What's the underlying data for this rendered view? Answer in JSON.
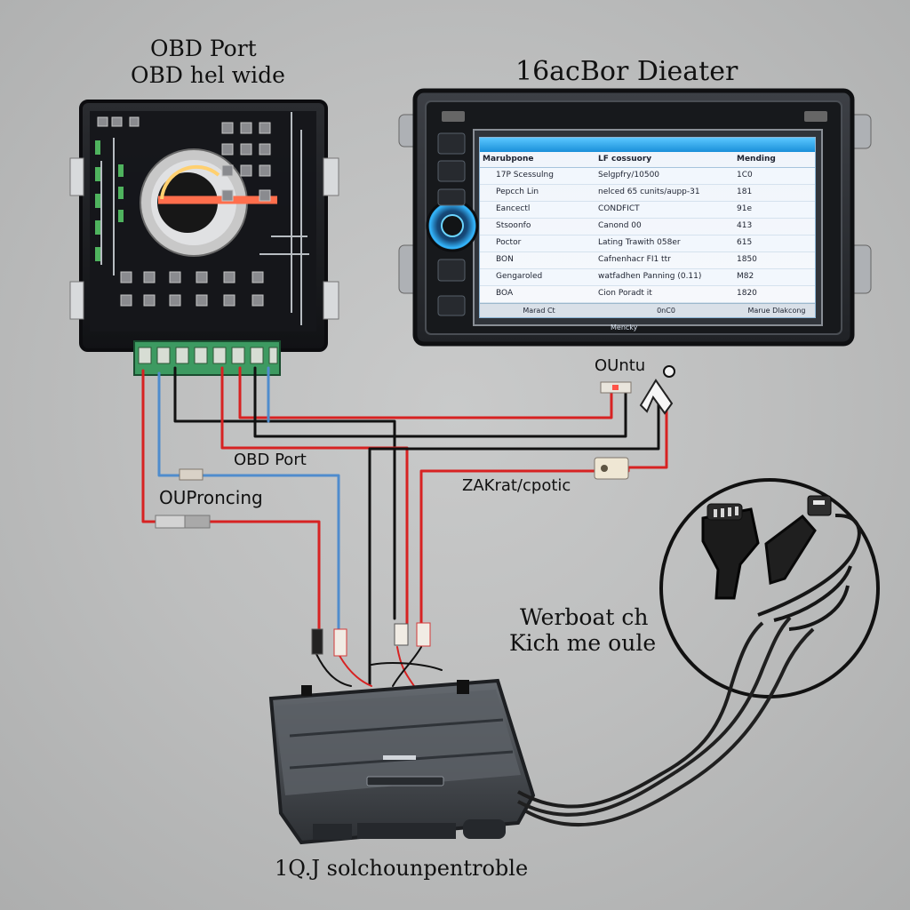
{
  "labels": {
    "obd_port_top": "OBD Port",
    "obd_helper_top": "OBD hel wide",
    "right_title": "16acBor Dieater",
    "otu_label": "OUntu",
    "obd_port_mid": "OBD Port",
    "processing": "OUProncing",
    "zakrat": "ZAKrat/cpotic",
    "cable_line1": "Werboat ch",
    "cable_line2": "Kich me oule",
    "bottom_caption": "1Q.J solchounpentroble",
    "head_unit_brand": "Mencky"
  },
  "screen": {
    "header": [
      "",
      "",
      ""
    ],
    "columns": [
      "Marubpone",
      "LF cossuory",
      "Mending"
    ],
    "rows": [
      [
        "17P Scessulng",
        "Selgpfry/10500",
        "1C0"
      ],
      [
        "Pepcch Lin",
        "nelced 65 cunits/aupp-31",
        "181"
      ],
      [
        "Eancectl",
        "CONDFICT",
        "91e"
      ],
      [
        "Stsoonfo",
        "Canond 00",
        "413"
      ],
      [
        "Poctor",
        "Lating Trawith 058er",
        "615"
      ],
      [
        "BON",
        "Cafnenhacr FI1 ttr",
        "1850"
      ],
      [
        "Gengaroled",
        "watfadhen Panning (0.11)",
        "M82"
      ],
      [
        "BOA",
        "Cion Poradt it",
        "1820"
      ]
    ],
    "footer": [
      "Marad Ct",
      "0nC0",
      "Marue Dlakcong"
    ]
  },
  "colors": {
    "background": "#bdbebe",
    "wire_red": "#d72222",
    "wire_blue": "#4f8ccd",
    "wire_black": "#111111",
    "board": "#1c1d21",
    "terminal_green": "#3d9a61",
    "screen_accent": "#1a8fd9",
    "module_gray": "#4a4e53"
  },
  "icons": [
    "circuit-board-icon",
    "display-icon",
    "connector-icon",
    "cable-plug-icon",
    "control-module-icon"
  ]
}
